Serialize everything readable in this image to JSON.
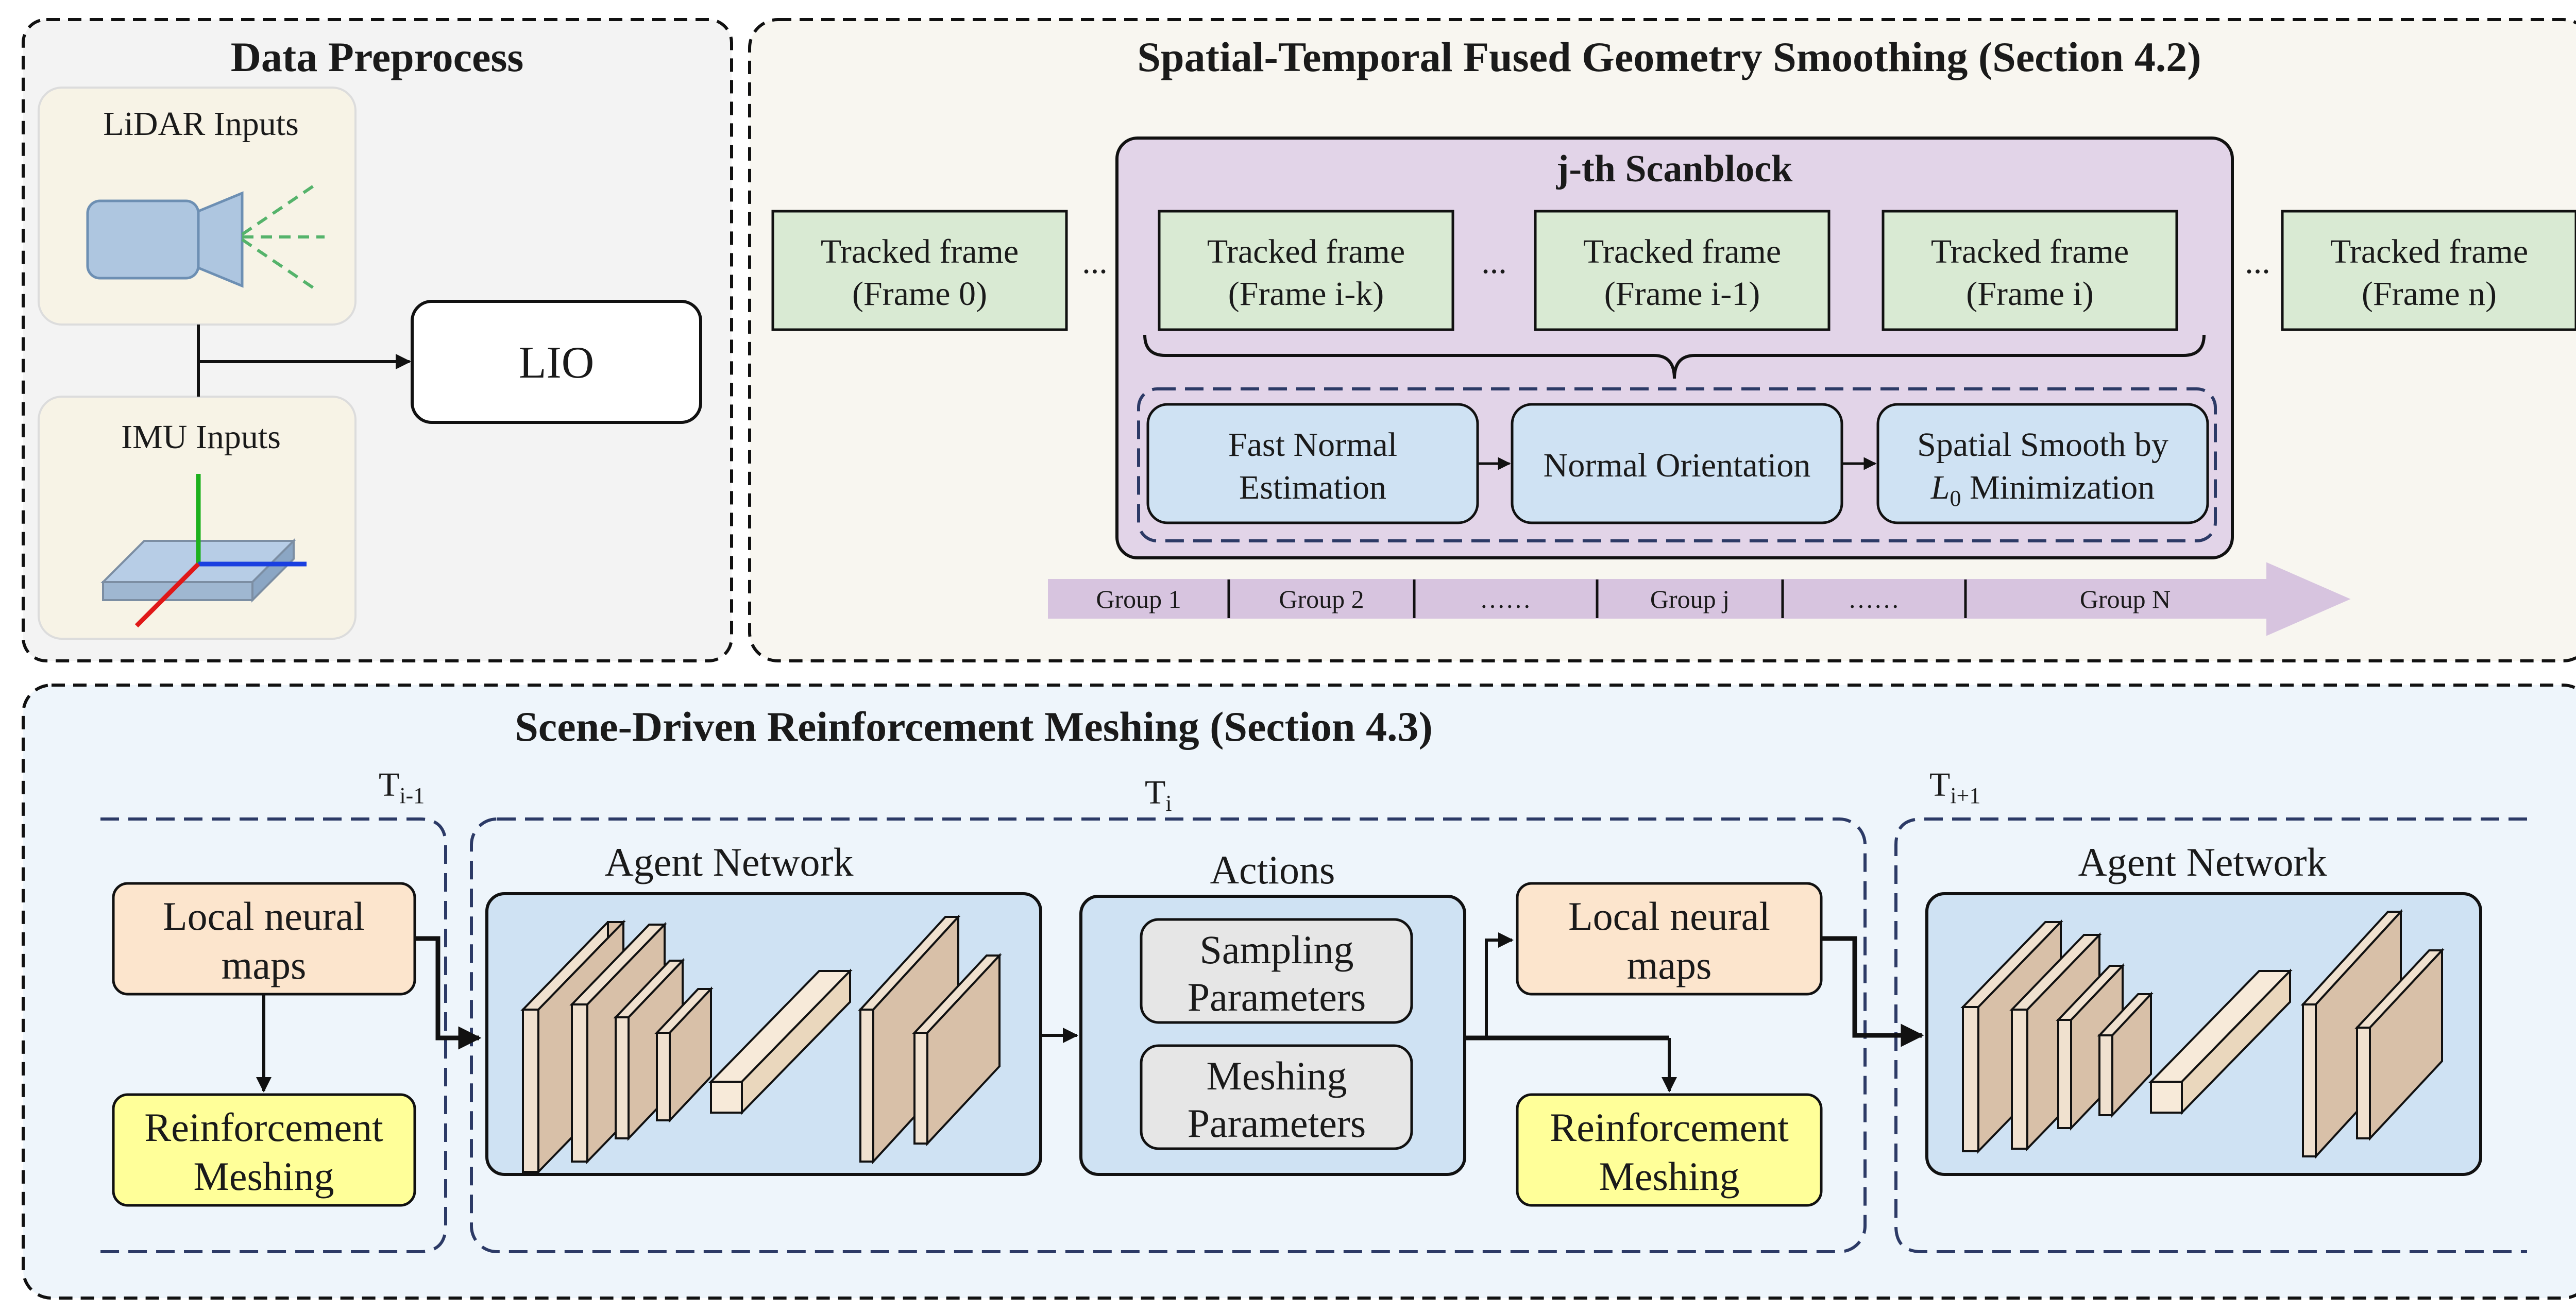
{
  "preprocess": {
    "title": "Data Preprocess",
    "lidar_label": "LiDAR Inputs",
    "imu_label": "IMU Inputs",
    "lio_label": "LIO"
  },
  "smoothing": {
    "title": "Spatial-Temporal Fused Geometry Smoothing (Section 4.2)",
    "scanblock_title": "j-th Scanblock",
    "frames": {
      "frame0": [
        "Tracked frame",
        "(Frame 0)"
      ],
      "frame_ik": [
        "Tracked frame",
        "(Frame i-k)"
      ],
      "frame_i1": [
        "Tracked frame",
        "(Frame i-1)"
      ],
      "frame_i": [
        "Tracked frame",
        "(Frame i)"
      ],
      "frame_n": [
        "Tracked frame",
        "(Frame n)"
      ]
    },
    "ellipsis": "...",
    "steps": {
      "normal_est": [
        "Fast Normal",
        "Estimation"
      ],
      "orientation": "Normal Orientation",
      "smooth_line1": "Spatial Smooth by",
      "smooth_L": "L",
      "smooth_sub": "0",
      "smooth_rest": " Minimization"
    },
    "groups": [
      "Group 1",
      "Group 2",
      "……",
      "Group j",
      "……",
      "Group N"
    ]
  },
  "meshing": {
    "title": "Scene-Driven Reinforcement Meshing (Section 4.3)",
    "time_prev": {
      "base": "T",
      "sub": "i-1"
    },
    "time_cur": {
      "base": "T",
      "sub": "i"
    },
    "time_next": {
      "base": "T",
      "sub": "i+1"
    },
    "local_maps": [
      "Local neural",
      "maps"
    ],
    "reinforcement": [
      "Reinforcement",
      "Meshing"
    ],
    "agent_network": "Agent Network",
    "actions_title": "Actions",
    "sampling": [
      "Sampling",
      "Parameters"
    ],
    "meshing_params": [
      "Meshing",
      "Parameters"
    ]
  },
  "colors": {
    "frame_fill": "#d9ead3",
    "scanblock_fill": "#e2d4e8",
    "step_fill": "#cfe2f3",
    "agent_fill": "#cfe2f3",
    "local_maps_fill": "#fce5cd",
    "reinforcement_fill": "#ffff99",
    "param_fill": "#e6e6e6",
    "timeline_fill": "#d7c4df"
  }
}
